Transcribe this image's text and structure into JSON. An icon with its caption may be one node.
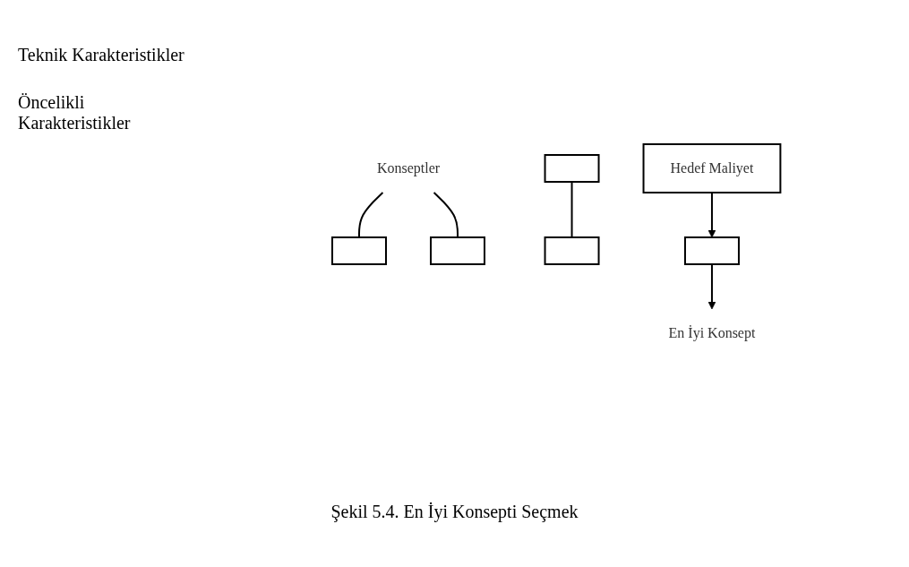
{
  "diagram": {
    "caption": "Şekil 5.4. En İyi Konsepti Seçmek",
    "nodes": [
      {
        "text": [
          "Konseptler"
        ]
      },
      {
        "text": [],
        "shape": "box"
      },
      {
        "text": [],
        "shape": "box"
      },
      {
        "text": [],
        "shape": "box"
      },
      {
        "text": [],
        "shape": "box"
      },
      {
        "text": [],
        "shape": "box"
      },
      {
        "text": [
          "Hedef Maliyet"
        ]
      },
      {
        "text": [
          "En İyi Konsept"
        ]
      }
    ],
    "edges": [
      {
        "from": 0,
        "to": 1,
        "arrow": "none"
      },
      {
        "from": 0,
        "to": 2,
        "arrow": "none"
      },
      {
        "from": 3,
        "to": 4,
        "arrow": "none"
      },
      {
        "from": 6,
        "to": 5,
        "arrow": "to"
      },
      {
        "from": 5,
        "to": 7,
        "arrow": "to"
      }
    ],
    "labels": [
      "Teknik Karakteristikler",
      "Öncelikli Karakteristikler"
    ]
  }
}
